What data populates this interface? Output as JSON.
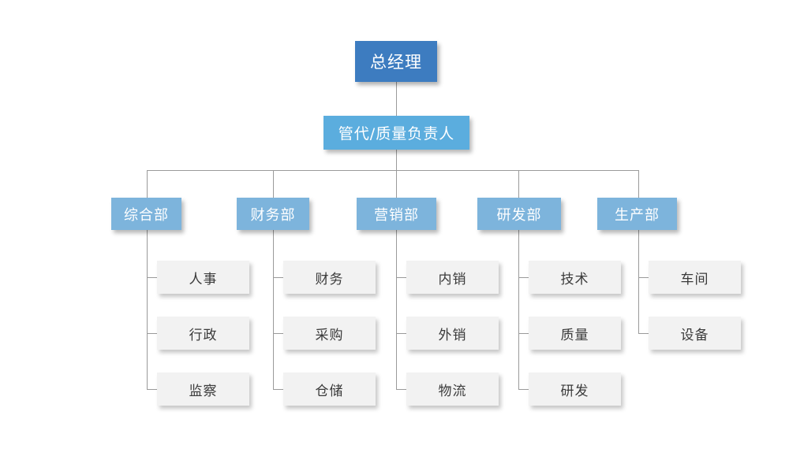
{
  "chart_data": {
    "type": "diagram",
    "title": "",
    "diagram_kind": "organization-chart",
    "orientation": "top-down",
    "colors": {
      "background": "#ffffff",
      "level0_box": "#3d7cc0",
      "level1_box": "#5badde",
      "level2_box": "#7db4dc",
      "level3_box": "#f2f2f2",
      "level0_text": "#ffffff",
      "level1_text": "#ffffff",
      "level2_text": "#ffffff",
      "level3_text": "#3a3a3a",
      "connector_line": "#9a9a9a"
    },
    "nodes": {
      "root": {
        "id": "n0",
        "label": "总经理",
        "level": 0
      },
      "deputy": {
        "id": "n1",
        "label": "管代/质量负责人",
        "level": 1
      },
      "departments": [
        {
          "id": "d1",
          "label": "综合部",
          "level": 2,
          "children": [
            {
              "id": "d1c1",
              "label": "人事",
              "level": 3
            },
            {
              "id": "d1c2",
              "label": "行政",
              "level": 3
            },
            {
              "id": "d1c3",
              "label": "监察",
              "level": 3
            }
          ]
        },
        {
          "id": "d2",
          "label": "财务部",
          "level": 2,
          "children": [
            {
              "id": "d2c1",
              "label": "财务",
              "level": 3
            },
            {
              "id": "d2c2",
              "label": "采购",
              "level": 3
            },
            {
              "id": "d2c3",
              "label": "仓储",
              "level": 3
            }
          ]
        },
        {
          "id": "d3",
          "label": "营销部",
          "level": 2,
          "children": [
            {
              "id": "d3c1",
              "label": "内销",
              "level": 3
            },
            {
              "id": "d3c2",
              "label": "外销",
              "level": 3
            },
            {
              "id": "d3c3",
              "label": "物流",
              "level": 3
            }
          ]
        },
        {
          "id": "d4",
          "label": "研发部",
          "level": 2,
          "children": [
            {
              "id": "d4c1",
              "label": "技术",
              "level": 3
            },
            {
              "id": "d4c2",
              "label": "质量",
              "level": 3
            },
            {
              "id": "d4c3",
              "label": "研发",
              "level": 3
            }
          ]
        },
        {
          "id": "d5",
          "label": "生产部",
          "level": 2,
          "children": [
            {
              "id": "d5c1",
              "label": "车间",
              "level": 3
            },
            {
              "id": "d5c2",
              "label": "设备",
              "level": 3
            }
          ]
        }
      ]
    },
    "edges": [
      {
        "from": "总经理",
        "to": "管代/质量负责人"
      },
      {
        "from": "管代/质量负责人",
        "to": "综合部"
      },
      {
        "from": "管代/质量负责人",
        "to": "财务部"
      },
      {
        "from": "管代/质量负责人",
        "to": "营销部"
      },
      {
        "from": "管代/质量负责人",
        "to": "研发部"
      },
      {
        "from": "管代/质量负责人",
        "to": "生产部"
      },
      {
        "from": "综合部",
        "to": "人事"
      },
      {
        "from": "综合部",
        "to": "行政"
      },
      {
        "from": "综合部",
        "to": "监察"
      },
      {
        "from": "财务部",
        "to": "财务"
      },
      {
        "from": "财务部",
        "to": "采购"
      },
      {
        "from": "财务部",
        "to": "仓储"
      },
      {
        "from": "营销部",
        "to": "内销"
      },
      {
        "from": "营销部",
        "to": "外销"
      },
      {
        "from": "营销部",
        "to": "物流"
      },
      {
        "from": "研发部",
        "to": "技术"
      },
      {
        "from": "研发部",
        "to": "质量"
      },
      {
        "from": "研发部",
        "to": "研发"
      },
      {
        "from": "生产部",
        "to": "车间"
      },
      {
        "from": "生产部",
        "to": "设备"
      }
    ]
  }
}
